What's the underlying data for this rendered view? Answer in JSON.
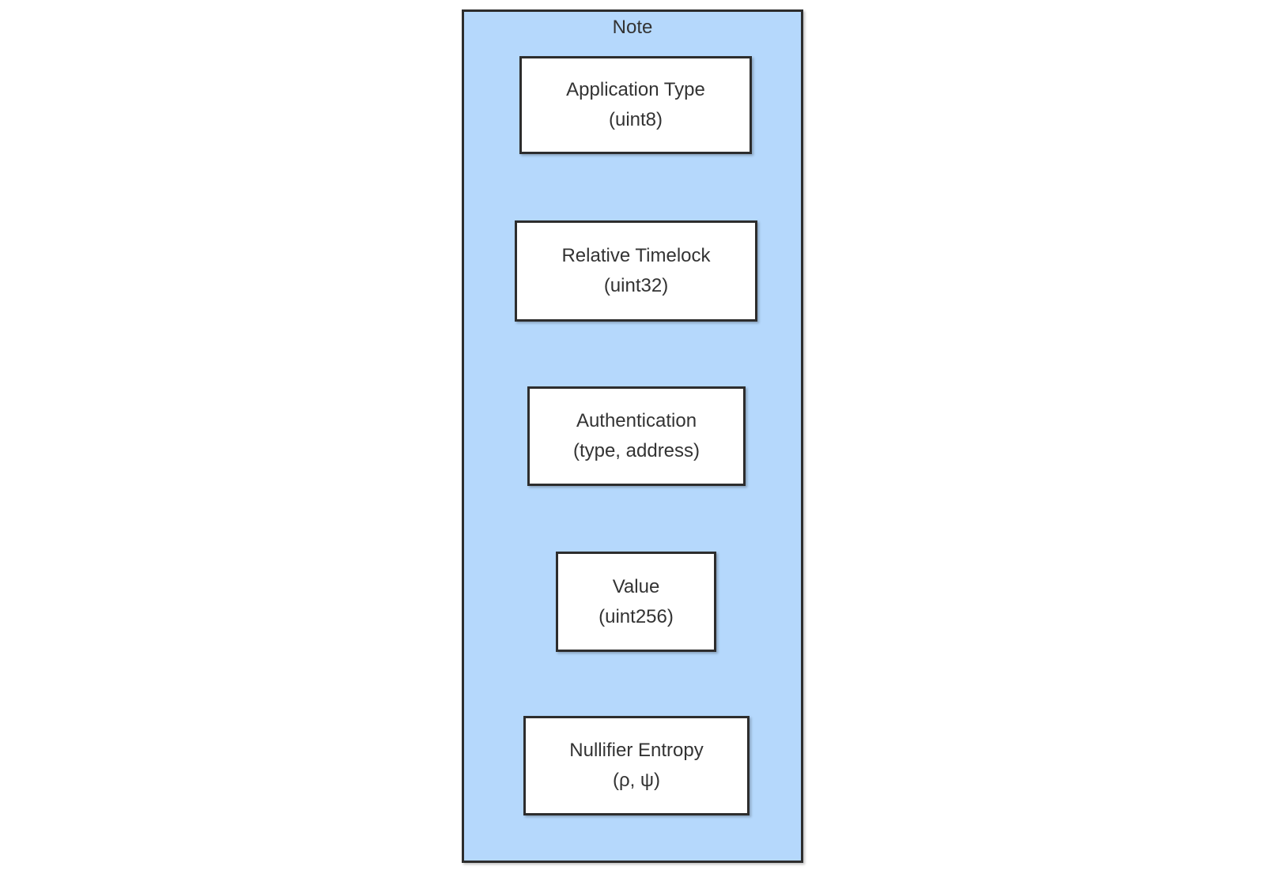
{
  "diagram": {
    "title": "Note",
    "fields": [
      {
        "name": "Application Type",
        "type": "(uint8)"
      },
      {
        "name": "Relative Timelock",
        "type": "(uint32)"
      },
      {
        "name": "Authentication",
        "type": "(type, address)"
      },
      {
        "name": "Value",
        "type": "(uint256)"
      },
      {
        "name": "Nullifier Entropy",
        "type": "(ρ, ψ)"
      }
    ],
    "colors": {
      "page_background": "#FFFFFF",
      "container_fill": "#B5D8FC",
      "box_fill": "#FFFFFF",
      "border": "#2D2D2D",
      "text": "#333333"
    }
  }
}
